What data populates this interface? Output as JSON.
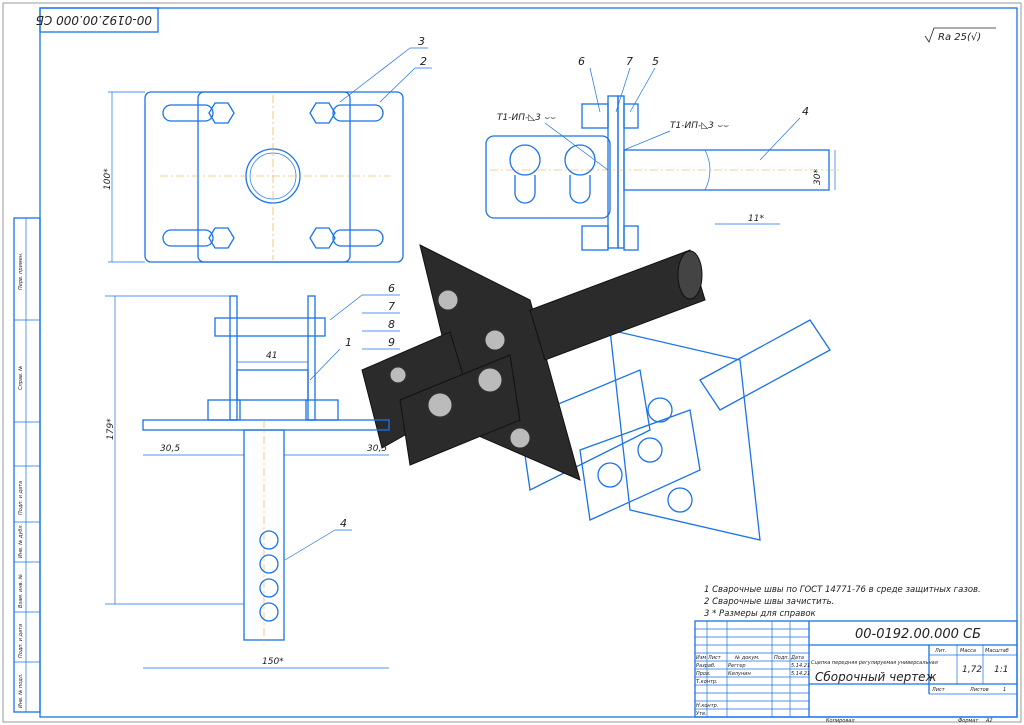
{
  "stamp": "00-0192.00.000 СБ",
  "roughness": "Ra 25(√)",
  "callouts": {
    "top_left": [
      "3",
      "2"
    ],
    "top_right": [
      "6",
      "7",
      "5",
      "4"
    ],
    "side": [
      "6",
      "7",
      "8",
      "9",
      "1"
    ],
    "bottom": "4"
  },
  "weld_marks": [
    "Т1-ИП-◺3 ⌣⌣",
    "Т1-ИП-◺3 ⌣⌣"
  ],
  "dimensions": {
    "height_top": "100*",
    "diam": "30*",
    "hole": "11*",
    "height_side": "179*",
    "spacing": "41",
    "left_offset": "30,5",
    "right_offset": "30,5",
    "width": "150*"
  },
  "notes": [
    "1 Сварочные швы по ГОСТ 14771-76 в среде защитных газов.",
    "2 Сварочные швы зачистить.",
    "3 * Размеры для справок"
  ],
  "title_block": {
    "designation": "00-0192.00.000 СБ",
    "name": "Сцепка передняя регулируемая универсальная",
    "doc_type": "Сборочный чертеж",
    "headers": [
      "Изм",
      "Лист",
      "№ докум.",
      "Подп.",
      "Дата"
    ],
    "rows": [
      [
        "Разраб.",
        "Реггер",
        "5.14.21"
      ],
      [
        "Пров.",
        "Килунин",
        "5.14.21"
      ],
      [
        "Т.контр.",
        "",
        ""
      ],
      [
        "",
        "",
        ""
      ],
      [
        "Н.контр.",
        "",
        ""
      ],
      [
        "Утв.",
        "",
        ""
      ]
    ],
    "lit_label": "Лит.",
    "mass_label": "Масса",
    "scale_label": "Масштаб",
    "mass": "1,72",
    "scale": "1:1",
    "sheet_label": "Лист",
    "sheets_label": "Листов",
    "sheets": "1",
    "copied": "Копировал",
    "format_label": "Формат",
    "format": "A2"
  },
  "side_stamp": [
    "Перв. примен.",
    "Справ. №",
    "Подп. и дата",
    "Инв. № дубл.",
    "Взам. инв. №",
    "Подп. и дата",
    "Инв. № подл."
  ]
}
